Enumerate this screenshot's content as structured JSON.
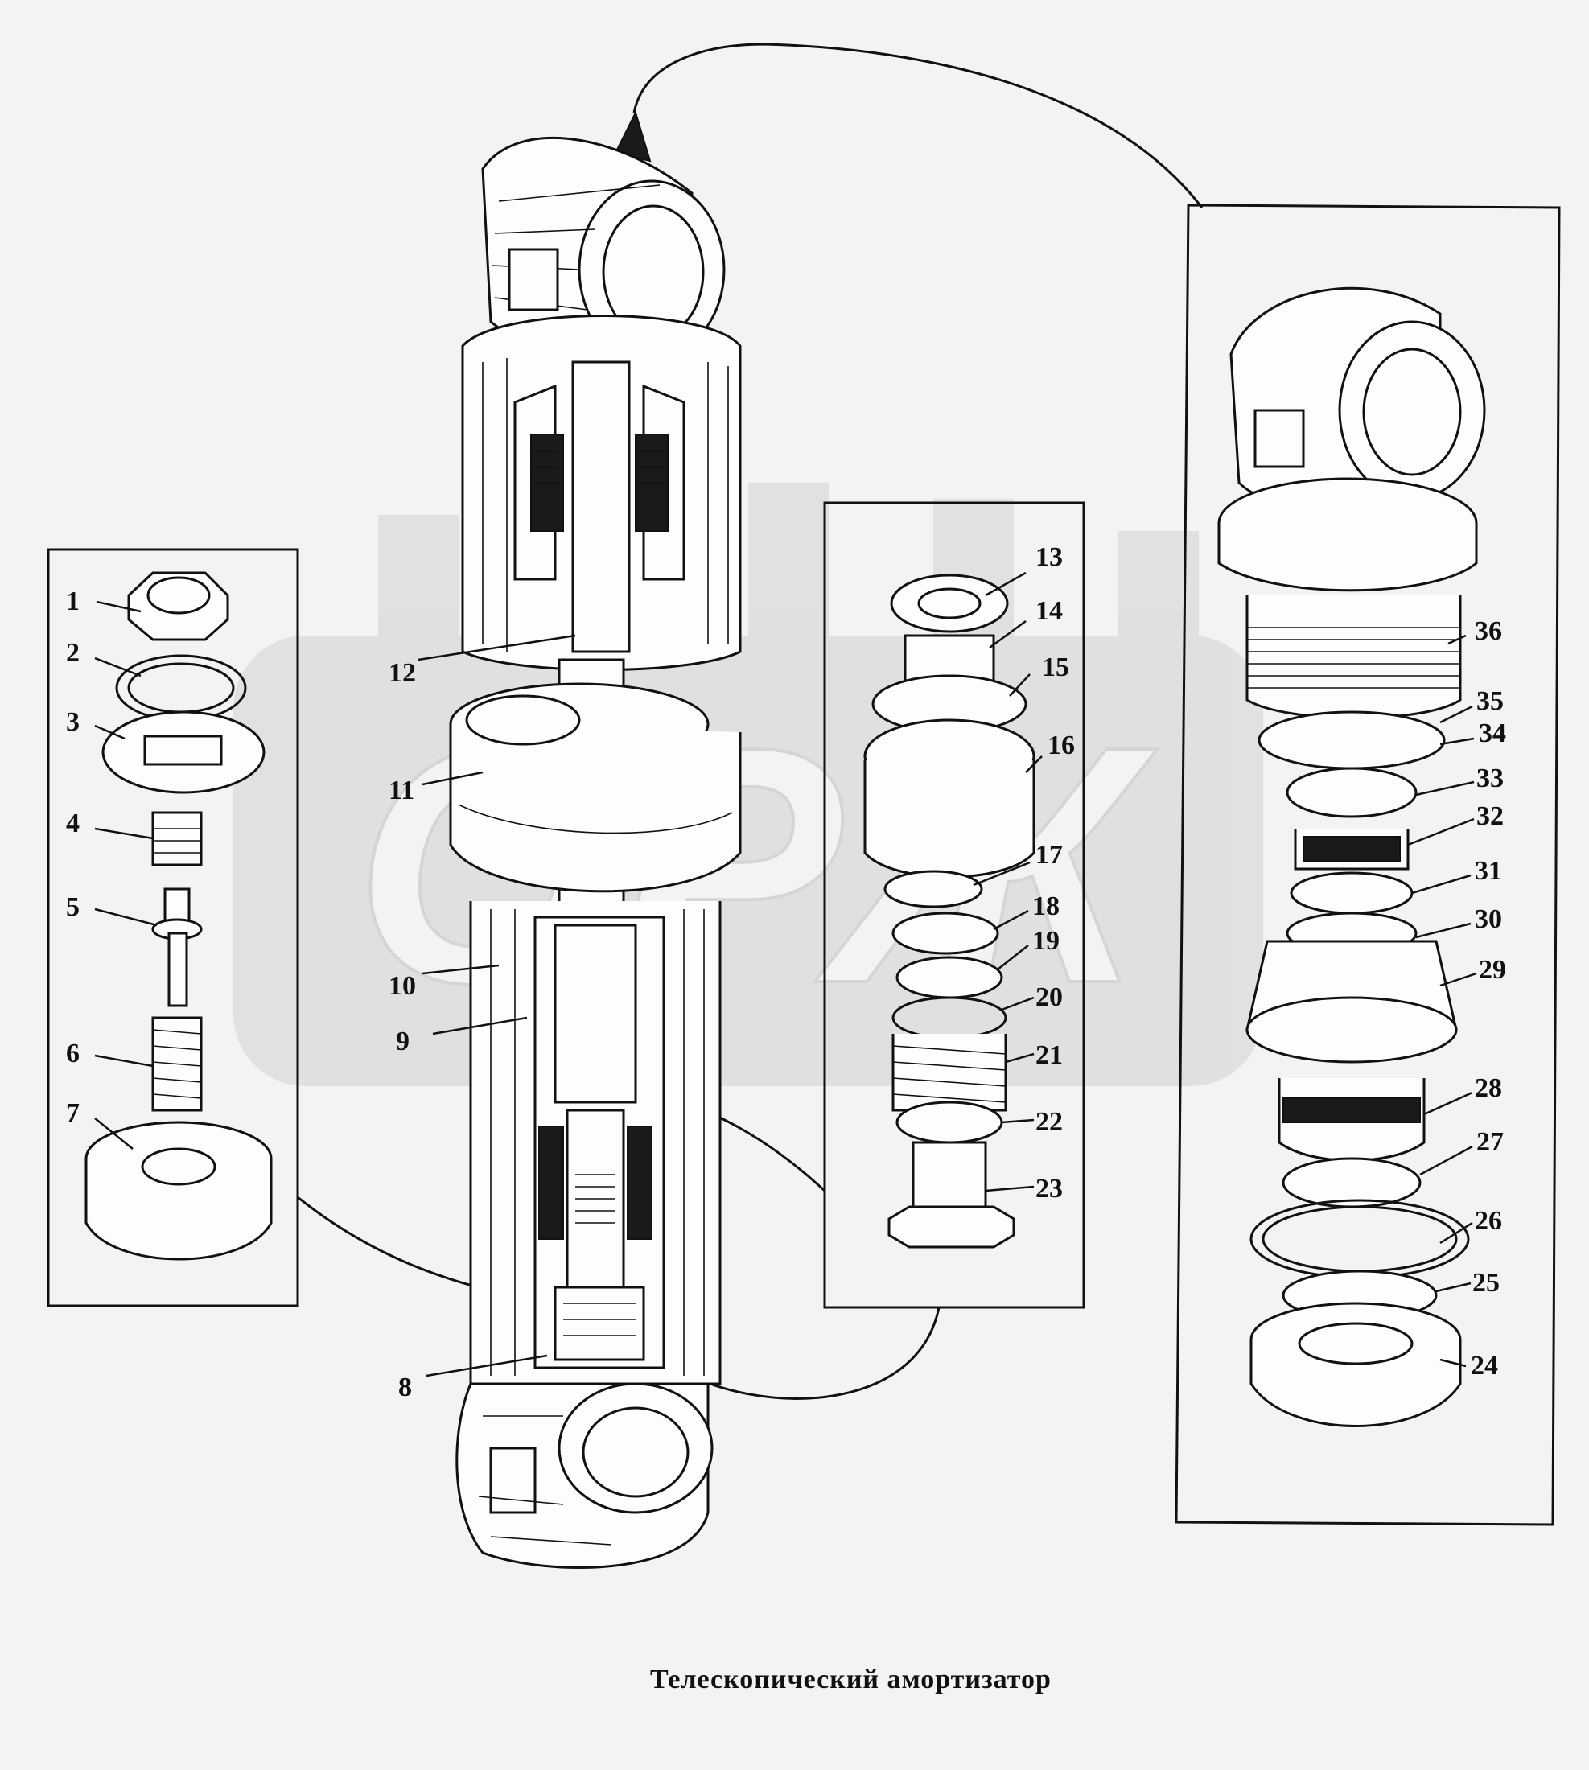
{
  "caption": "Телескопический амортизатор",
  "watermark": {
    "text": "ОРЖ",
    "color": "#c9c9c9"
  },
  "colors": {
    "ink": "#111111",
    "paper": "#f3f3f3"
  },
  "callouts": [
    "1",
    "2",
    "3",
    "4",
    "5",
    "6",
    "7",
    "8",
    "9",
    "10",
    "11",
    "12",
    "13",
    "14",
    "15",
    "16",
    "17",
    "18",
    "19",
    "20",
    "21",
    "22",
    "23",
    "24",
    "25",
    "26",
    "27",
    "28",
    "29",
    "30",
    "31",
    "32",
    "33",
    "34",
    "35",
    "36"
  ]
}
